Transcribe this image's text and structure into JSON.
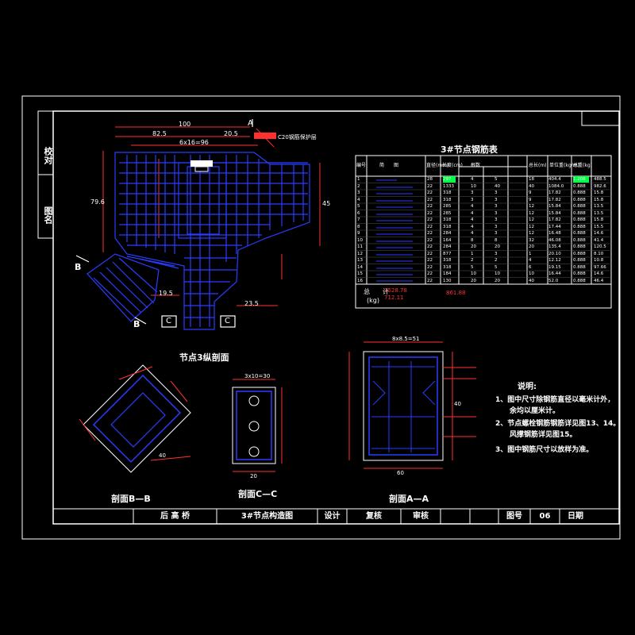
{
  "side_tabs": {
    "check": "校对",
    "drawing_no": "图名"
  },
  "title_block": {
    "bridge": "后 高 桥",
    "drawing_title": "3#节点构造图",
    "design": "设计",
    "review": "复核",
    "approve": "审核",
    "drawing_no_label": "图号",
    "drawing_no": "06",
    "date_label": "日期"
  },
  "views": {
    "node_section": "节点3纵剖面",
    "section_bb": "剖面B—B",
    "section_cc": "剖面C—C",
    "section_aa": "剖面A—A",
    "cut_a": "A",
    "cut_b": "B",
    "cut_c": "C"
  },
  "table": {
    "title": "3#节点钢筋表",
    "headers": [
      "编号",
      "简　　图",
      "直径(mm)",
      "长度(cm)",
      "根数",
      "总长(m)",
      "单位重(kg/m)",
      "总重(kg)"
    ],
    "rows": [
      [
        "1",
        "28",
        "297",
        "4",
        "5",
        "18",
        "404.4",
        "1.208",
        "488.5"
      ],
      [
        "2",
        "22",
        "1333",
        "10",
        "40",
        "40",
        "1084.0",
        "0.888",
        "982.6"
      ],
      [
        "3",
        "22",
        "318",
        "3",
        "3",
        "9",
        "17.82",
        "0.888",
        "15.8"
      ],
      [
        "4",
        "22",
        "318",
        "3",
        "3",
        "9",
        "17.82",
        "0.888",
        "15.8"
      ],
      [
        "5",
        "22",
        "285",
        "4",
        "3",
        "12",
        "15.84",
        "0.888",
        "13.5"
      ],
      [
        "6",
        "22",
        "285",
        "4",
        "3",
        "12",
        "15.84",
        "0.888",
        "13.5"
      ],
      [
        "7",
        "22",
        "318",
        "4",
        "3",
        "12",
        "17.82",
        "0.888",
        "15.8"
      ],
      [
        "8",
        "22",
        "318",
        "4",
        "3",
        "12",
        "17.44",
        "0.888",
        "15.5"
      ],
      [
        "9",
        "22",
        "284",
        "4",
        "3",
        "12",
        "16.48",
        "0.888",
        "14.6"
      ],
      [
        "10",
        "22",
        "164",
        "8",
        "8",
        "32",
        "46.08",
        "0.888",
        "41.4"
      ],
      [
        "11",
        "22",
        "284",
        "20",
        "20",
        "20",
        "135.4",
        "0.888",
        "120.5"
      ],
      [
        "12",
        "22",
        "877",
        "1",
        "3",
        "1",
        "20.10",
        "0.888",
        "8.10"
      ],
      [
        "13",
        "22",
        "318",
        "2",
        "2",
        "4",
        "12.12",
        "0.888",
        "10.8"
      ],
      [
        "14",
        "22",
        "318",
        "5",
        "5",
        "6",
        "19.15",
        "0.888",
        "97.66"
      ],
      [
        "15",
        "22",
        "184",
        "10",
        "10",
        "10",
        "16.44",
        "0.888",
        "14.6"
      ],
      [
        "16",
        "22",
        "130",
        "20",
        "20",
        "40",
        "52.0",
        "0.888",
        "46.4"
      ]
    ],
    "total_label": "总　　计",
    "total_unit": "(kg)",
    "totals": [
      "1528.78",
      "712.11",
      "861.88"
    ]
  },
  "notes": {
    "title": "说明:",
    "items": [
      "1、图中尺寸除钢筋直径以毫米计外，",
      "　　余均以厘米计。",
      "2、节点螺栓钢筋钢筋详见图13、14。",
      "　　风撑钢筋详见图15。",
      "3、图中钢筋尺寸以放样为准。"
    ]
  },
  "dims": {
    "top_total": "100",
    "top_left": "82.5",
    "top_right": "20.5",
    "top_spacing": "6x16=96",
    "left_h": "79.6",
    "right_h": "45",
    "tag_note": "C20钢筋保护层",
    "bottom_1": "19.5",
    "bottom_2": "23.5",
    "aa_top": "8x8.5=51",
    "aa_w": "60",
    "aa_h": "40",
    "cc_top": "3x10=30",
    "cc_w": "20",
    "bb_w": "40"
  },
  "colors": {
    "background": "#000000",
    "frame": "#ffffff",
    "rebar": "#2a3cff",
    "dimension": "#ff3030",
    "text": "#ffffff",
    "highlight": "#00ff40"
  }
}
